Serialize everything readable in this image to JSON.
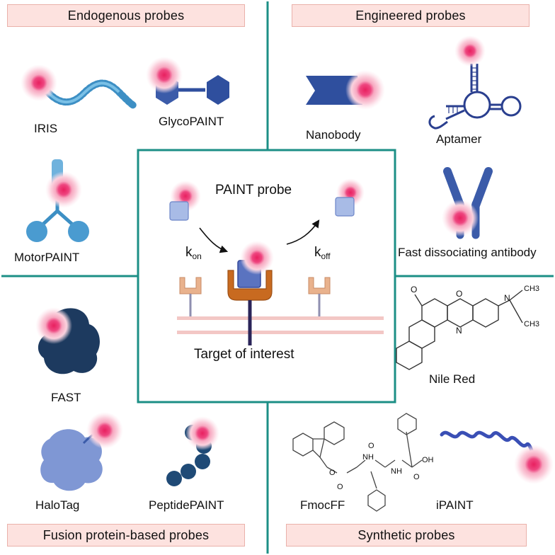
{
  "sections": {
    "endogenous": "Endogenous probes",
    "engineered": "Engineered probes",
    "fusion": "Fusion protein-based probes",
    "synthetic": "Synthetic probes"
  },
  "probes": {
    "iris": "IRIS",
    "glycopaint": "GlycoPAINT",
    "motorpaint": "MotorPAINT",
    "nanobody": "Nanobody",
    "aptamer": "Aptamer",
    "antibody": "Fast dissociating antibody",
    "fast": "FAST",
    "nilered": "Nile Red",
    "halotag": "HaloTag",
    "peptidepaint": "PeptidePAINT",
    "fmocff": "FmocFF",
    "ipaint": "iPAINT"
  },
  "center": {
    "title": "PAINT probe",
    "kon_k": "k",
    "kon_sub": "on",
    "koff_k": "k",
    "koff_sub": "off",
    "target": "Target of interest"
  },
  "chem": {
    "ch3_top": "CH3",
    "ch3_bottom": "CH3",
    "n_amine": "N",
    "n_ring": "N",
    "o_ring": "O",
    "o_ketone": "O",
    "nh1": "NH",
    "nh2": "NH",
    "o_a": "O",
    "o_b": "O",
    "o_c": "O",
    "o_d": "O",
    "oh": "OH"
  },
  "colors": {
    "teal": "#1c8f86",
    "banner_fill": "#fde2df",
    "glow": "#f0568a",
    "blue_dark": "#2f4f9e",
    "blue_light": "#8fa6d8",
    "navy": "#1b3553"
  }
}
